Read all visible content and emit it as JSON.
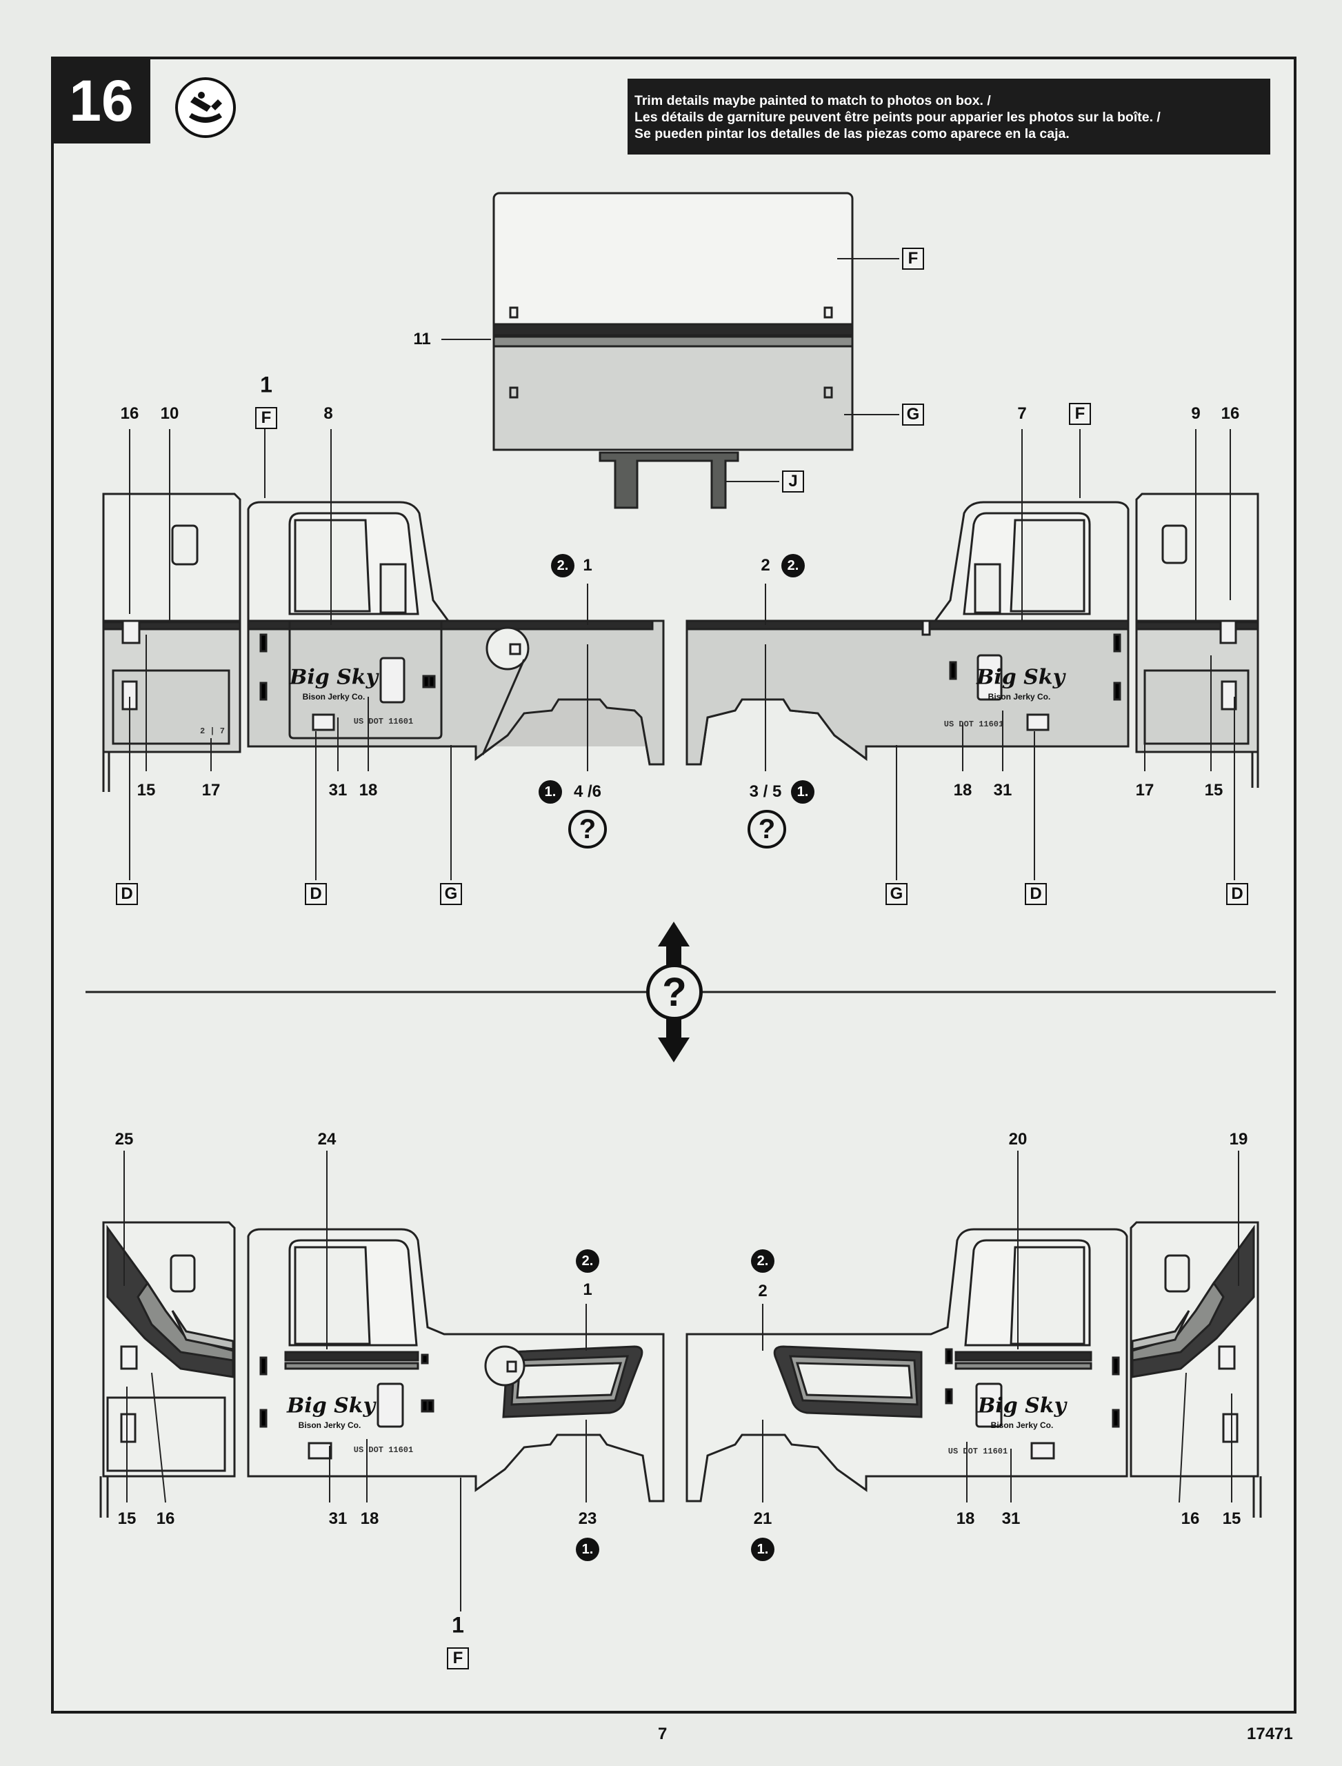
{
  "step": {
    "number": "16"
  },
  "note": {
    "lines": [
      "Trim details maybe painted to match to photos on box. /",
      "Les détails de garniture peuvent être peints pour apparier les photos sur la boîte. /",
      "Se pueden pintar los detalles de las piezas como aparece en la caja."
    ]
  },
  "icons": {
    "glue": "glue-tube-icon",
    "help": "question-mark-icon",
    "arrow": "double-arrow-icon"
  },
  "top_assembly": {
    "callout_11": "11",
    "F": "F",
    "G": "G",
    "J": "J"
  },
  "upper_left": {
    "c1": "1",
    "cF": "F",
    "c16": "16",
    "c10": "10",
    "c8": "8",
    "c15": "15",
    "c17": "17",
    "c31": "31",
    "c18": "18",
    "cD1": "D",
    "cD2": "D",
    "cG": "G",
    "s2": "2.",
    "c1b": "1",
    "s1": "1.",
    "c46": "4 /6",
    "q": "?",
    "sleeper_text": "2 | 7"
  },
  "upper_right": {
    "c7": "7",
    "cF": "F",
    "c9": "9",
    "c16": "16",
    "c2": "2",
    "s2": "2.",
    "c35": "3 / 5",
    "s1": "1.",
    "q": "?",
    "c18": "18",
    "c31": "31",
    "c17": "17",
    "c15": "15",
    "cG": "G",
    "cD1": "D",
    "cD2": "D"
  },
  "divider": {
    "q": "?"
  },
  "lower_left": {
    "c25": "25",
    "c24": "24",
    "s2": "2.",
    "c1": "1",
    "c23": "23",
    "s1": "1.",
    "c15": "15",
    "c16": "16",
    "c31": "31",
    "c18": "18",
    "c1b": "1",
    "cF": "F"
  },
  "lower_right": {
    "c20": "20",
    "c19": "19",
    "s2": "2.",
    "c2": "2",
    "c21": "21",
    "s1": "1.",
    "c18": "18",
    "c31": "31",
    "c16": "16",
    "c15": "15"
  },
  "decal": {
    "brand": "Big Sky",
    "sub": "Bison Jerky Co.",
    "dot": "US DOT 11601"
  },
  "footer": {
    "page": "7",
    "code": "17471"
  }
}
